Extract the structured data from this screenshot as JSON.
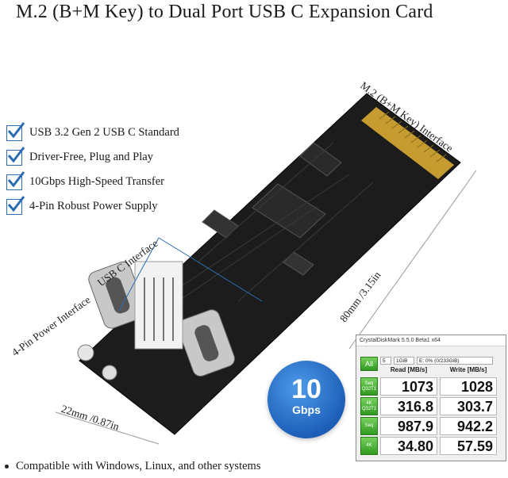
{
  "title": "M.2 (B+M Key) to Dual Port   USB C Expansion Card",
  "features": [
    {
      "label": "USB 3.2 Gen 2   USB C Standard"
    },
    {
      "label": "Driver-Free, Plug and Play"
    },
    {
      "label": "10Gbps High-Speed Transfer"
    },
    {
      "label": "4-Pin Robust Power Supply"
    }
  ],
  "annotations": {
    "m2_interface": "M.2 (B+M Key) Interface",
    "usbc_interface": "USB C Interface",
    "power_interface": "4-Pin Power Interface",
    "length": "80mm /3.15in",
    "width": "22mm /0.87in"
  },
  "badge": {
    "value": "10",
    "unit": "Gbps"
  },
  "benchmark": {
    "window_title": "CrystalDiskMark 5.5.0 Beta1 x64",
    "all_label": "All",
    "count": "5",
    "size": "1GiB",
    "drive": "E: 0% (0/233GiB)",
    "read_header": "Read [MB/s]",
    "write_header": "Write [MB/s]",
    "rows": [
      {
        "label": "Seq Q32T1",
        "read": "1073",
        "write": "1028"
      },
      {
        "label": "4K Q32T1",
        "read": "316.8",
        "write": "303.7"
      },
      {
        "label": "Seq",
        "read": "987.9",
        "write": "942.2"
      },
      {
        "label": "4K",
        "read": "34.80",
        "write": "57.59"
      }
    ]
  },
  "footer": "Compatible with Windows, Linux, and other systems",
  "colors": {
    "accent": "#2b6cb3",
    "green": "#3fae2a",
    "pcb": "#1c1c1c"
  }
}
